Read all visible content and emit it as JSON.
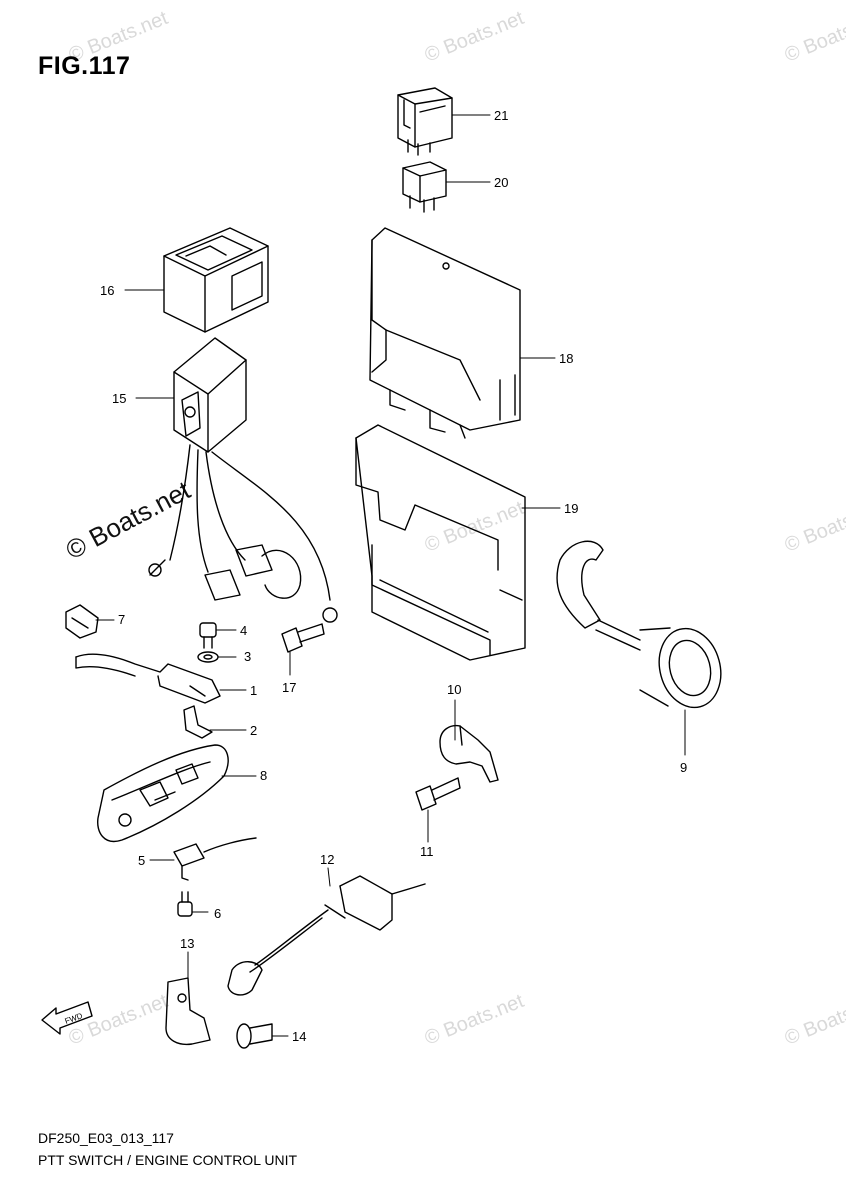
{
  "figure": {
    "title": "FIG.117",
    "code": "DF250_E03_013_117",
    "caption": "PTT SWITCH / ENGINE CONTROL UNIT"
  },
  "watermark": "© Boats.net",
  "fwd_label": "FWD",
  "callouts": [
    "1",
    "2",
    "3",
    "4",
    "5",
    "6",
    "7",
    "8",
    "9",
    "10",
    "11",
    "12",
    "13",
    "14",
    "15",
    "16",
    "17",
    "18",
    "19",
    "20",
    "21"
  ]
}
